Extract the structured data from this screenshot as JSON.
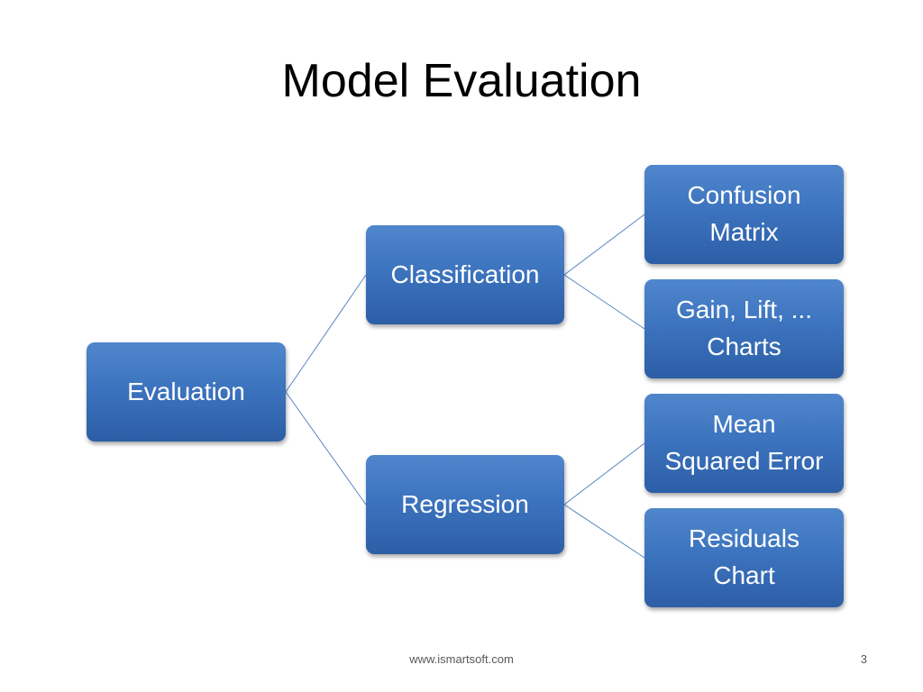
{
  "slide": {
    "title": "Model Evaluation",
    "footer_url": "www.ismartsoft.com",
    "page_number": "3"
  },
  "diagram": {
    "root": {
      "label": "Evaluation"
    },
    "branches": [
      {
        "label": "Classification",
        "children": [
          {
            "label": "Confusion\nMatrix"
          },
          {
            "label": "Gain, Lift, ...\nCharts"
          }
        ]
      },
      {
        "label": "Regression",
        "children": [
          {
            "label": "Mean\nSquared Error"
          },
          {
            "label": "Residuals\nChart"
          }
        ]
      }
    ],
    "colors": {
      "node_fill": "#3d74bf",
      "node_text": "#ffffff",
      "connector": "#5a86c2"
    }
  }
}
